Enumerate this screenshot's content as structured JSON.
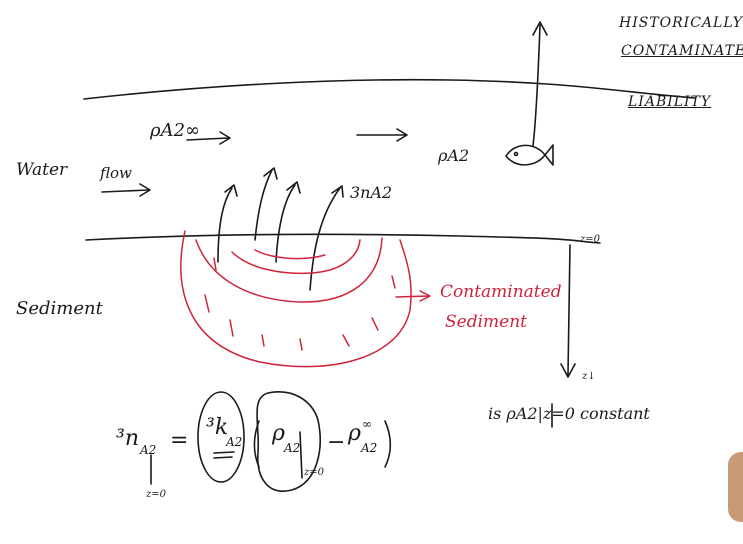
{
  "notes": {
    "line1": "HISTORICALLY",
    "line2": "CONTAMINATED",
    "line3": "LIABILITY"
  },
  "labels": {
    "water": "Water",
    "flow": "flow",
    "sediment": "Sediment",
    "rho_inf": "ρA2∞",
    "rho_right": "ρA2",
    "flux_label": "3nA2",
    "z0": "z=0",
    "z_axis": "z↓",
    "contaminated_line1": "Contaminated",
    "contaminated_line2": "Sediment"
  },
  "equation": {
    "lhs": "³n",
    "lhs_sub": "A2",
    "at_z0": "z=0",
    "equals": "=",
    "k": "³k",
    "k_sub": "A2",
    "rho": "ρ",
    "rho_sub": "A2",
    "rho_eval": "z=0",
    "minus": "−",
    "rho_inf": "ρ",
    "rho_inf_sub": "A2",
    "rho_inf_sup": "∞"
  },
  "question": {
    "text": "is ρA2|z=0 constant"
  }
}
